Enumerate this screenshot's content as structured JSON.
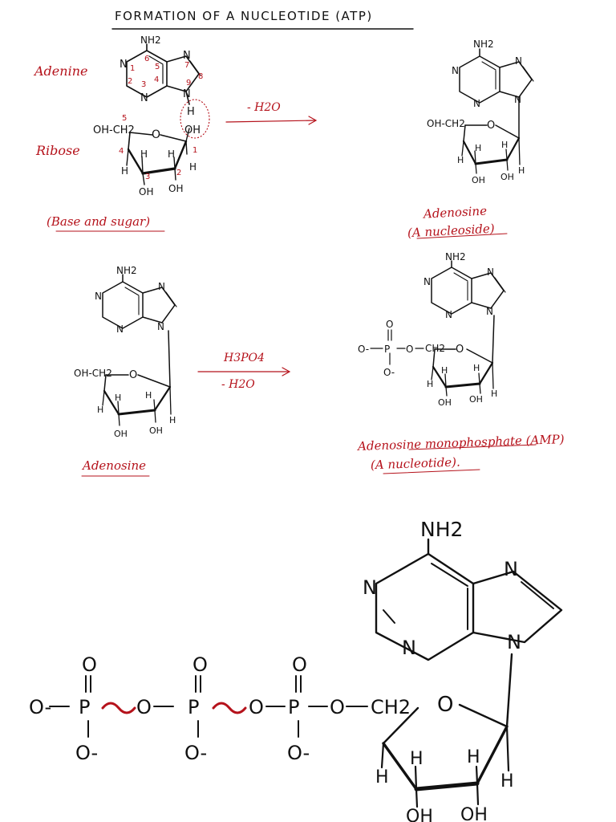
{
  "title": "FORMATION OF A NUCLEOTIDE (ATP)",
  "colors": {
    "ink": "#111111",
    "annotation": "#b5121b"
  },
  "atoms": {
    "N": "N",
    "NH2": "NH2",
    "O": "O",
    "OH": "OH",
    "H": "H",
    "P": "P",
    "CH2": "CH2",
    "Ominus": "O-",
    "OHCH2": "OH-CH2"
  },
  "section1": {
    "adenine_label": "Adenine",
    "ribose_label": "Ribose",
    "base_sugar_label": "(Base and sugar)",
    "arrow_label": "- H2O",
    "product_label_1": "Adenosine",
    "product_label_2": "(A nucleoside)",
    "ring_numbers_base": [
      "1",
      "2",
      "3",
      "4",
      "5",
      "6",
      "7",
      "8",
      "9"
    ],
    "ring_numbers_sugar": [
      "1",
      "2",
      "3",
      "4",
      "5"
    ]
  },
  "section2": {
    "reactant_label": "Adenosine",
    "arrow_label_top": "H3PO4",
    "arrow_label_bottom": "- H2O",
    "product_label_1": "Adenosine monophosphate (AMP)",
    "product_label_2": "(A nucleotide)."
  }
}
